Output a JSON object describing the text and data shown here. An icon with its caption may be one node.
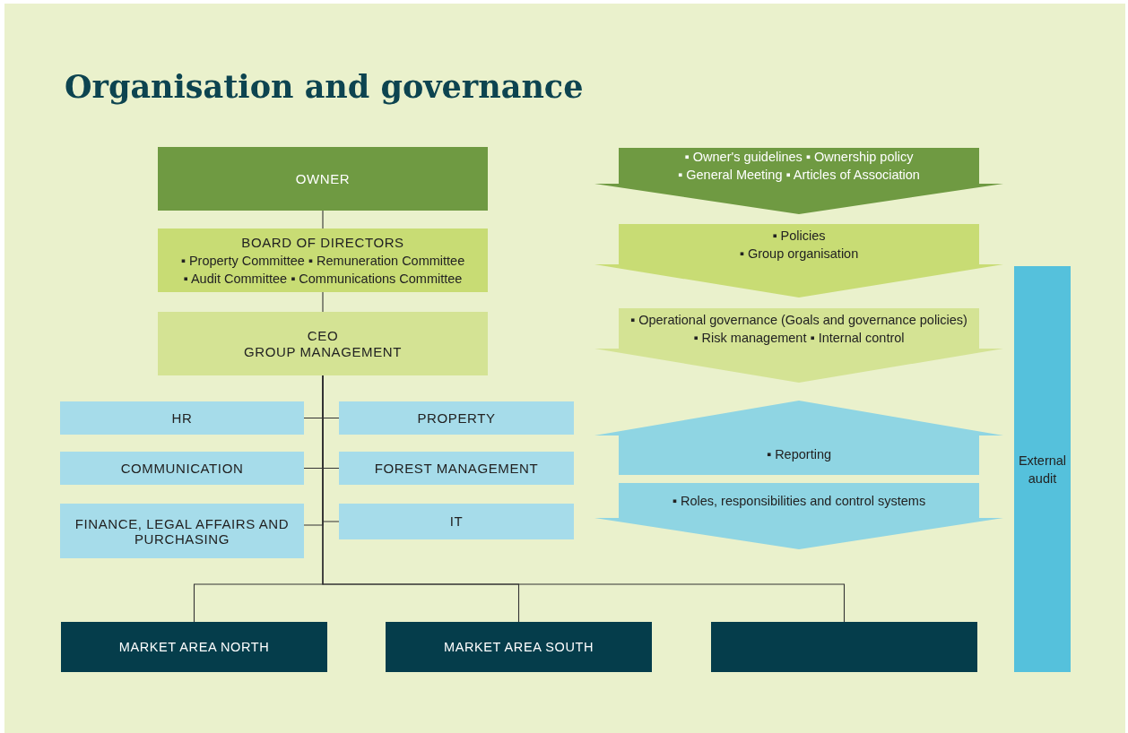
{
  "diagram": {
    "title": "Organisation and governance",
    "nodes": [
      {
        "text": [
          "OWNER"
        ]
      },
      {
        "text": [
          "BOARD OF DIRECTORS",
          "▪ Property Committee ▪ Remuneration Committee",
          "▪ Audit Committee ▪ Communications Committee"
        ]
      },
      {
        "text": [
          "CEO",
          "GROUP MANAGEMENT"
        ]
      },
      {
        "text": [
          "HR"
        ]
      },
      {
        "text": [
          "PROPERTY"
        ]
      },
      {
        "text": [
          "COMMUNICATION"
        ]
      },
      {
        "text": [
          "FOREST MANAGEMENT"
        ]
      },
      {
        "text": [
          "FINANCE, LEGAL AFFAIRS AND PURCHASING"
        ]
      },
      {
        "text": [
          "IT"
        ]
      },
      {
        "text": [
          "MARKET AREA NORTH"
        ]
      },
      {
        "text": [
          "MARKET AREA SOUTH"
        ]
      },
      {
        "text": [],
        "shape": "box"
      },
      {
        "text": [
          "▪ Owner's guidelines ▪ Ownership policy",
          "▪ General Meeting ▪ Articles of Association"
        ]
      },
      {
        "text": [
          "▪ Policies",
          "▪ Group organisation"
        ]
      },
      {
        "text": [
          "▪ Operational governance (Goals and governance policies)",
          "▪ Risk management ▪ Internal control"
        ]
      },
      {
        "text": [
          "▪ Reporting"
        ]
      },
      {
        "text": [
          "▪ Roles, responsibilities and control systems"
        ]
      },
      {
        "text": [
          "External audit"
        ]
      }
    ],
    "edges": [
      {
        "from": 0,
        "to": 1,
        "arrow": "none"
      },
      {
        "from": 1,
        "to": 2,
        "arrow": "none"
      },
      {
        "from": 2,
        "to": 3,
        "arrow": "none"
      },
      {
        "from": 2,
        "to": 4,
        "arrow": "none"
      },
      {
        "from": 2,
        "to": 5,
        "arrow": "none"
      },
      {
        "from": 2,
        "to": 6,
        "arrow": "none"
      },
      {
        "from": 2,
        "to": 7,
        "arrow": "none"
      },
      {
        "from": 2,
        "to": 8,
        "arrow": "none"
      },
      {
        "from": 2,
        "to": 9,
        "arrow": "none"
      },
      {
        "from": 2,
        "to": 10,
        "arrow": "none"
      },
      {
        "from": 2,
        "to": 11,
        "arrow": "none"
      }
    ]
  }
}
